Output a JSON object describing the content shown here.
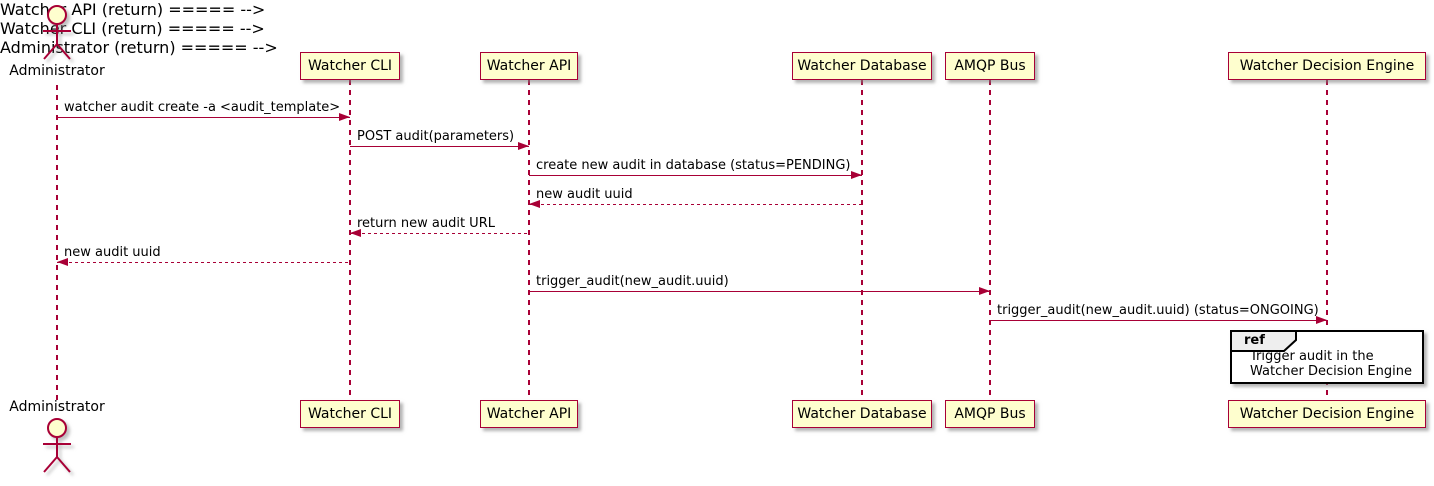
{
  "colors": {
    "background": "#FFFFFF",
    "participant_fill": "#FEFECE",
    "participant_border": "#A80036",
    "lifeline": "#A80036",
    "arrow": "#A80036",
    "text": "#000000",
    "ref_border": "#000000",
    "ref_header_fill": "#EEEEEE"
  },
  "diagram": {
    "type": "sequence",
    "actors": [
      {
        "name": "Administrator"
      }
    ],
    "participants": [
      {
        "label": "Watcher CLI"
      },
      {
        "label": "Watcher API"
      },
      {
        "label": "Watcher Database"
      },
      {
        "label": "AMQP Bus"
      },
      {
        "label": "Watcher Decision Engine"
      }
    ],
    "messages": [
      {
        "from": "Administrator",
        "to": "Watcher CLI",
        "label": "watcher audit create -a <audit_template>",
        "line": "solid",
        "direction": "right"
      },
      {
        "from": "Watcher CLI",
        "to": "Watcher API",
        "label": "POST audit(parameters)",
        "line": "solid",
        "direction": "right"
      },
      {
        "from": "Watcher API",
        "to": "Watcher Database",
        "label": "create new audit in database (status=PENDING)",
        "line": "solid",
        "direction": "right"
      },
      {
        "from": "Watcher Database",
        "to": "Watcher API",
        "label": "new audit uuid",
        "line": "dashed",
        "direction": "left"
      },
      {
        "from": "Watcher API",
        "to": "Watcher CLI",
        "label": "return new audit URL",
        "line": "dashed",
        "direction": "left"
      },
      {
        "from": "Watcher CLI",
        "to": "Administrator",
        "label": "new audit uuid",
        "line": "dashed",
        "direction": "left"
      },
      {
        "from": "Watcher API",
        "to": "AMQP Bus",
        "label": "trigger_audit(new_audit.uuid)",
        "line": "solid",
        "direction": "right"
      },
      {
        "from": "AMQP Bus",
        "to": "Watcher Decision Engine",
        "label": "trigger_audit(new_audit.uuid) (status=ONGOING)",
        "line": "solid",
        "direction": "right"
      }
    ],
    "ref": {
      "keyword": "ref",
      "over": "Watcher Decision Engine",
      "lines": [
        "Trigger audit in the",
        "Watcher Decision Engine"
      ]
    }
  }
}
